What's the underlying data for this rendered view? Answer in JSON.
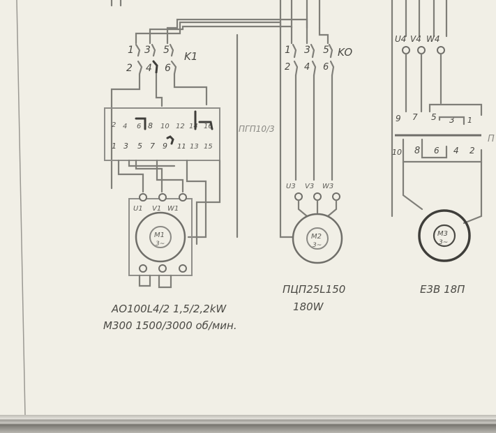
{
  "contactor_k1": {
    "label": "K1",
    "top_terminals": [
      "1",
      "3",
      "5"
    ],
    "bottom_terminals": [
      "2",
      "4",
      "6"
    ]
  },
  "contactor_ko": {
    "label": "KO",
    "top_terminals": [
      "1",
      "3",
      "5"
    ],
    "bottom_terminals": [
      "2",
      "4",
      "6"
    ]
  },
  "switch_pgp": {
    "label": "ПГП10/3",
    "top_terminals": [
      "2",
      "4",
      "6",
      "8",
      "10",
      "12",
      "14",
      "16"
    ],
    "bottom_terminals": [
      "1",
      "3",
      "5",
      "7",
      "9",
      "11",
      "13",
      "15"
    ]
  },
  "switch_right": {
    "label": "П",
    "top_terminals": [
      "9",
      "7",
      "5",
      "3",
      "1"
    ],
    "bottom_terminals": [
      "10",
      "8",
      "6",
      "4",
      "2"
    ]
  },
  "motor_m1": {
    "name": "M1",
    "phase": "3~",
    "terminals": [
      "U1",
      "V1",
      "W1"
    ],
    "caption_line1": "АО100L4/2   1,5/2,2kW",
    "caption_line2": "М300   1500/3000 об/мин."
  },
  "motor_m2": {
    "name": "M2",
    "phase": "3~",
    "terminals": [
      "U3",
      "V3",
      "W3"
    ],
    "caption_line1": "ПЦП25L150",
    "caption_line2": "180W"
  },
  "motor_m3": {
    "name": "M3",
    "phase": "3~",
    "terminals": [
      "U4",
      "V4",
      "W4"
    ],
    "caption_line1": "Е3В 18П"
  },
  "colors": {
    "paper": "#f1efe6",
    "ink": "#7f7e78",
    "dark_ink": "#3f3e3a"
  }
}
